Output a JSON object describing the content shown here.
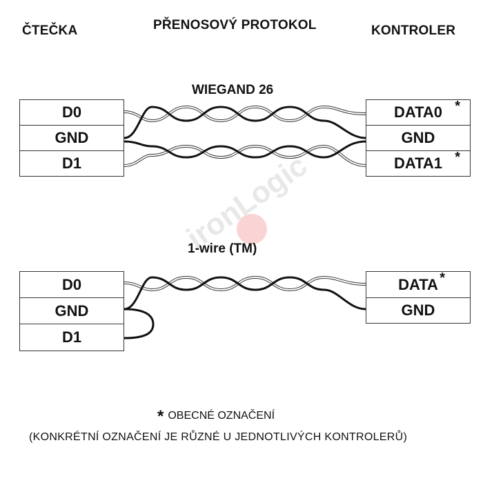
{
  "headers": {
    "reader": "ČTEČKA",
    "protocol": "PŘENOSOVÝ PROTOKOL",
    "controller": "KONTROLER"
  },
  "wiegand": {
    "title": "WIEGAND 26",
    "reader_pins": [
      "D0",
      "GND",
      "D1"
    ],
    "controller_pins": [
      "DATA0",
      "GND",
      "DATA1"
    ],
    "asterisk": "*"
  },
  "onewire": {
    "title": "1-wire (TM)",
    "reader_pins": [
      "D0",
      "GND",
      "D1"
    ],
    "controller_pins": [
      "DATA",
      "GND"
    ],
    "asterisk": "*"
  },
  "watermark": "ironLogic",
  "footnote": {
    "star": "*",
    "line1": "OBECNÉ OZNAČENÍ",
    "line2": "(KONKRÉTNÍ OZNAČENÍ JE RŮZNÉ U JEDNOTLIVÝCH KONTROLERŮ)"
  }
}
